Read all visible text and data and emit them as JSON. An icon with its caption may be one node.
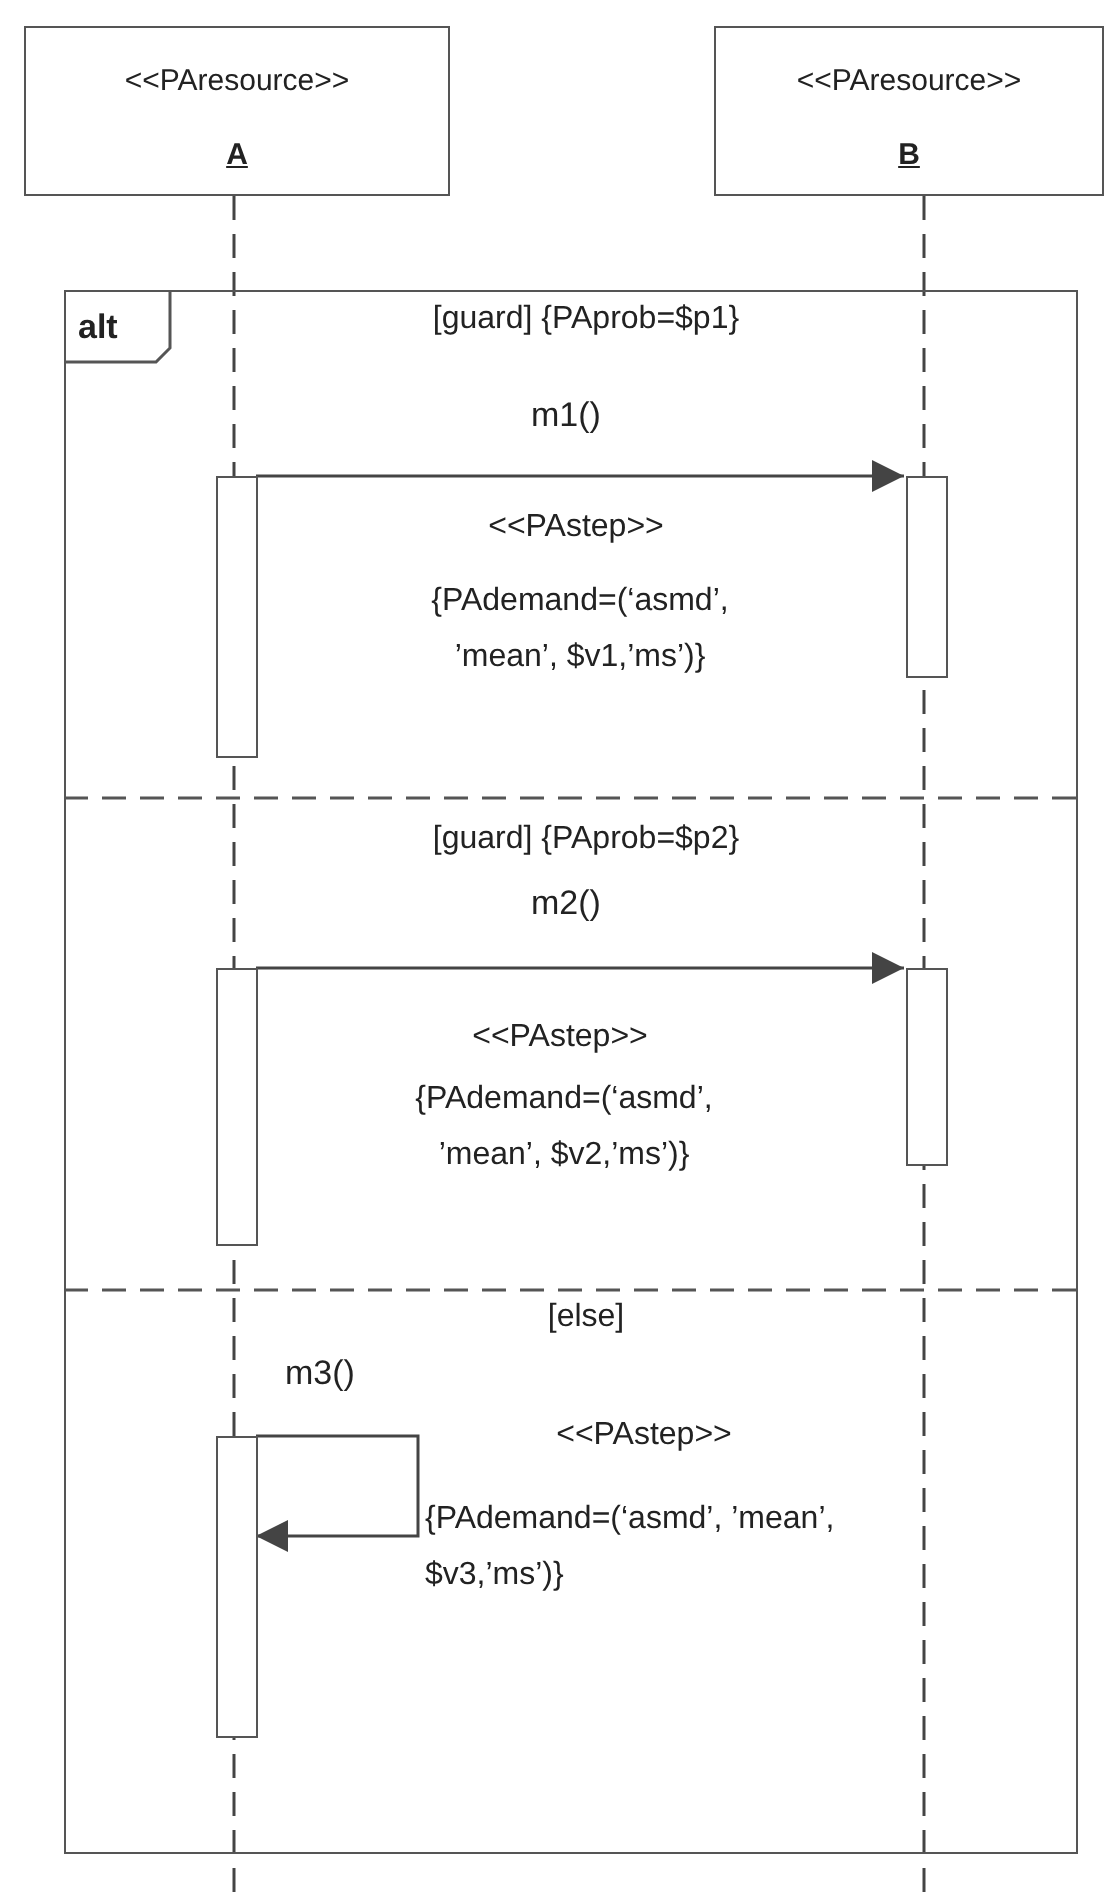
{
  "diagram": {
    "nodes": [
      {
        "text": [
          "<<PAresource>>",
          "A"
        ]
      },
      {
        "text": [
          "<<PAresource>>",
          "B"
        ]
      },
      {
        "text": [
          "alt"
        ]
      },
      {
        "text": [],
        "shape": "bar",
        "in": 2
      },
      {
        "text": [],
        "shape": "bar",
        "in": 2
      },
      {
        "text": [],
        "shape": "bar",
        "in": 2
      },
      {
        "text": [],
        "shape": "bar",
        "in": 2
      },
      {
        "text": [],
        "shape": "bar",
        "in": 2
      }
    ],
    "edges": [
      {
        "from": 0,
        "to": null,
        "arrow": "none",
        "style": "dashed"
      },
      {
        "from": 1,
        "to": null,
        "arrow": "none",
        "style": "dashed"
      },
      {
        "from": 3,
        "to": 4,
        "arrow": "to",
        "label": "m1()"
      },
      {
        "from": 5,
        "to": 6,
        "arrow": "to",
        "label": "m2()"
      },
      {
        "from": 7,
        "to": 7,
        "arrow": "to",
        "label": "m3()"
      }
    ],
    "labels": [
      "[guard] {PAprob=$p1}",
      "<<PAstep>>",
      "{PAdemand=(‘asmd’, ’mean’, $v1,’ms’)}",
      "[guard] {PAprob=$p2}",
      "<<PAstep>>",
      "{PAdemand=(‘asmd’, ’mean’, $v2,’ms’)}",
      "[else]",
      "<<PAstep>>",
      "{PAdemand=(‘asmd’, ’mean’, $v3,’ms’)}"
    ]
  }
}
